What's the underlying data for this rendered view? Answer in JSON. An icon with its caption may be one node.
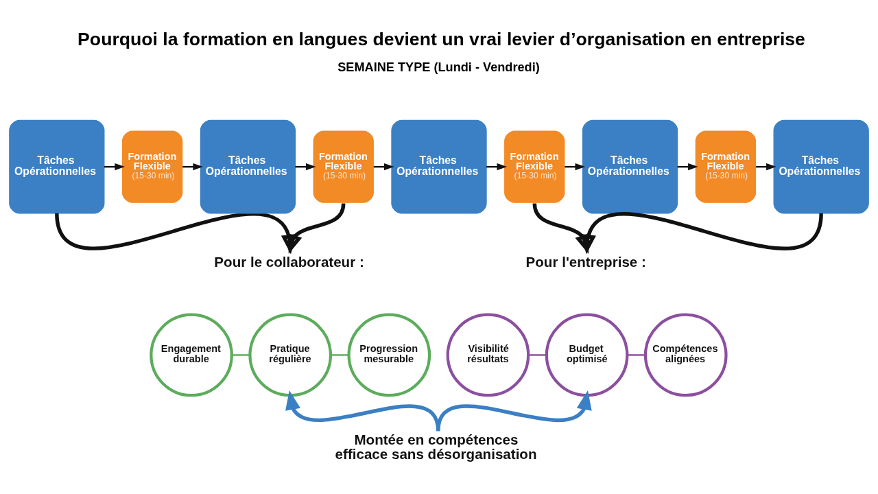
{
  "diagram": {
    "title": "Pourquoi la formation en langues devient un vrai levier d’organisation en entreprise",
    "nodes": [
      {
        "text": [
          "Tâches Opérationnelles"
        ]
      },
      {
        "text": [
          "Formation Flexible",
          "(15-30 min)"
        ]
      },
      {
        "text": [
          "Tâches Opérationnelles"
        ]
      },
      {
        "text": [
          "Formation Flexible",
          "(15-30 min)"
        ]
      },
      {
        "text": [
          "Tâches Opérationnelles"
        ]
      },
      {
        "text": [
          "Formation Flexible",
          "(15-30 min)"
        ]
      },
      {
        "text": [
          "Tâches Opérationnelles"
        ]
      },
      {
        "text": [
          "Formation Flexible",
          "(15-30 min)"
        ]
      },
      {
        "text": [
          "Tâches Opérationnelles"
        ]
      },
      {
        "text": [
          "Pour le collaborateur :"
        ]
      },
      {
        "text": [
          "Engagement durable"
        ]
      },
      {
        "text": [
          "Pratique régulière"
        ]
      },
      {
        "text": [
          "Progression mesurable"
        ]
      },
      {
        "text": [
          "Pour l'entreprise :"
        ]
      },
      {
        "text": [
          "Visibilité résultats"
        ]
      },
      {
        "text": [
          "Budget optimisé"
        ]
      },
      {
        "text": [
          "Compétences alignées"
        ]
      },
      {
        "text": [
          "Montée en compétences efficace sans désorganisation"
        ]
      }
    ],
    "edges": [
      {
        "from": 0,
        "to": 1,
        "arrow": "to"
      },
      {
        "from": 1,
        "to": 2,
        "arrow": "to"
      },
      {
        "from": 2,
        "to": 3,
        "arrow": "to"
      },
      {
        "from": 3,
        "to": 4,
        "arrow": "to"
      },
      {
        "from": 4,
        "to": 5,
        "arrow": "to"
      },
      {
        "from": 5,
        "to": 6,
        "arrow": "to"
      },
      {
        "from": 6,
        "to": 7,
        "arrow": "to"
      },
      {
        "from": 7,
        "to": 8,
        "arrow": "to"
      },
      {
        "from": 0,
        "to": 9,
        "arrow": "to",
        "style": "thick"
      },
      {
        "from": 3,
        "to": 9,
        "arrow": "to",
        "style": "thick"
      },
      {
        "from": 5,
        "to": 13,
        "arrow": "to",
        "style": "thick"
      },
      {
        "from": 8,
        "to": 13,
        "arrow": "to",
        "style": "thick"
      },
      {
        "from": 10,
        "to": 11,
        "arrow": "none",
        "color": "#5cac5c"
      },
      {
        "from": 11,
        "to": 12,
        "arrow": "none",
        "color": "#5cac5c"
      },
      {
        "from": 14,
        "to": 15,
        "arrow": "none",
        "color": "#8c4f9f"
      },
      {
        "from": 15,
        "to": 16,
        "arrow": "none",
        "color": "#8c4f9f"
      },
      {
        "from": 17,
        "to": 11,
        "arrow": "to",
        "style": "thick",
        "color": "#3b7fc4"
      },
      {
        "from": 17,
        "to": 15,
        "arrow": "to",
        "style": "thick",
        "color": "#3b7fc4"
      }
    ],
    "labels": [
      "SEMAINE TYPE (Lundi - Vendredi)"
    ]
  }
}
